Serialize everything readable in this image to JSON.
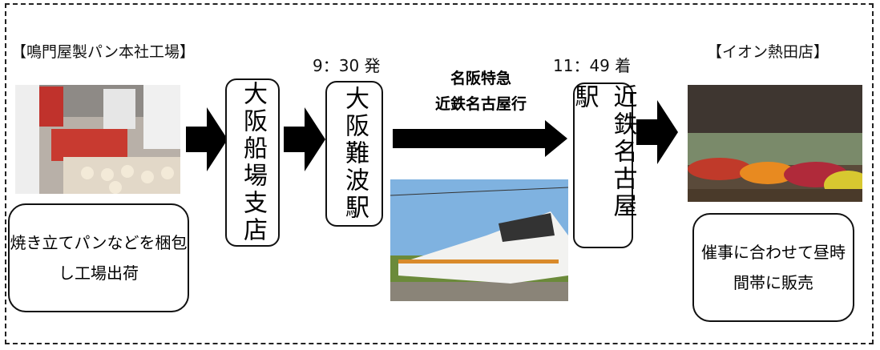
{
  "origin": {
    "label": "【鳴門屋製パン本社工場】",
    "note": "焼き立てパンなどを梱包し工場出荷"
  },
  "stations": [
    {
      "name": "大阪船場支店"
    },
    {
      "name": "大阪難波駅",
      "time": "9：30 発"
    },
    {
      "name": "近鉄名古屋駅",
      "time": "11：49 着"
    }
  ],
  "train": {
    "line1": "名阪特急",
    "line2": "近鉄名古屋行"
  },
  "destination": {
    "label": "【イオン熱田店】",
    "note": "催事に合わせて昼時間帯に販売"
  }
}
